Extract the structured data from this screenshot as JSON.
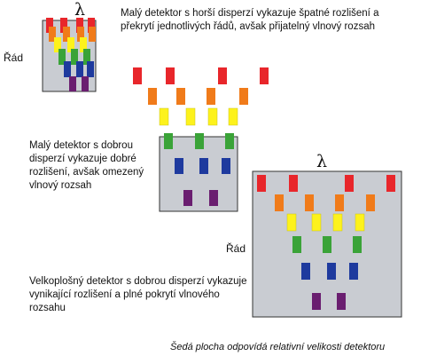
{
  "lambda_symbol": "λ",
  "order_label": "Řád",
  "detectors": [
    {
      "id": "small-poor-dispersion",
      "description": "Malý detektor s horší disperzí vykazuje špatné rozlišení a překrytí jednotlivých řádů, avšak přijatelný  vlnový rozsah"
    },
    {
      "id": "small-good-dispersion",
      "description": "Malý detektor s dobrou disperzí vykazuje dobré rozlišení, avšak omezený vlnový rozsah"
    },
    {
      "id": "large-good-dispersion",
      "description": "Velkoplošný detektor s dobrou disperzí vykazuje vynikající rozlišení a plné pokrytí vlnového rozsahu"
    }
  ],
  "footnote": "Šedá plocha odpovídá relativní velikosti detektoru",
  "colors": {
    "detector_fill": "#c9ccd2",
    "detector_border": "#333333",
    "red": "#e8262b",
    "orange": "#f07b1a",
    "yellow": "#fdf21c",
    "green": "#3aa338",
    "blue": "#1e3a9e",
    "purple": "#6a1e70"
  }
}
